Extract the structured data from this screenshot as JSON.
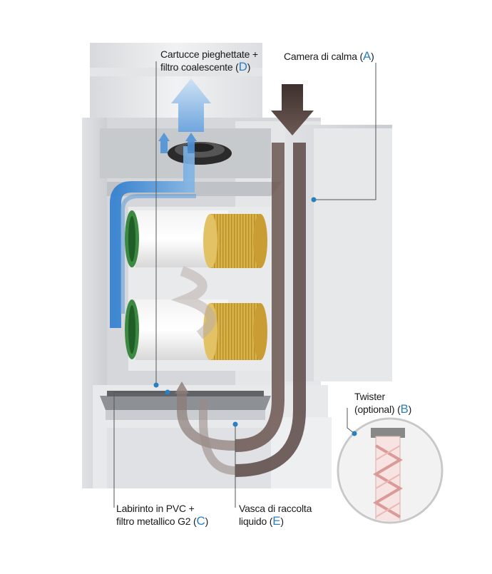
{
  "colors": {
    "accent": "#2a7fc1",
    "clean_air_arrow": "#a8c8ea",
    "dirty_air_arrow": "#5a4844",
    "filter_gold": "#d9b348",
    "cabinet": "#e9eaec"
  },
  "callouts": {
    "D": {
      "line1": "Cartucce pieghettate +",
      "line2": "filtro coalescente",
      "letter": "D"
    },
    "A": {
      "line1": "Camera di calma",
      "letter": "A"
    },
    "B": {
      "line1": "Twister",
      "line2": "(optional)",
      "letter": "B"
    },
    "C": {
      "line1": "Labirinto in PVC +",
      "line2": "filtro metallico G2",
      "letter": "C"
    },
    "E": {
      "line1": "Vasca di raccolta",
      "line2": "liquido",
      "letter": "E"
    }
  }
}
